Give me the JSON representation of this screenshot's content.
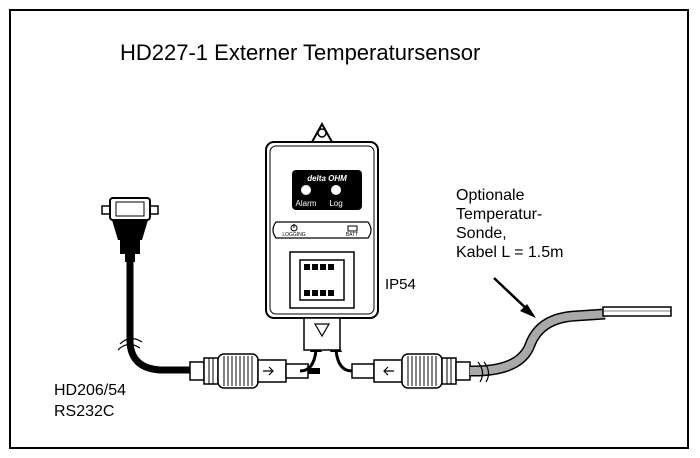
{
  "title": "HD227-1 Externer Temperatursensor",
  "probe_label": "Optionale\nTemperatur-\nSonde,\nKabel L = 1.5m",
  "ip_rating": "IP54",
  "cable_label": "HD206/54\nRS232C",
  "device": {
    "brand": "delta OHM",
    "indicator_left": "Alarm",
    "indicator_right": "Log",
    "button_left": "LOGGING",
    "button_right": "BATT"
  },
  "colors": {
    "ink": "#000000",
    "probe_gray": "#a9a9a9"
  },
  "icons": {
    "connector": "db9-serial-connector-icon",
    "arrow": "arrow-icon",
    "power": "power-icon",
    "battery": "battery-icon"
  }
}
